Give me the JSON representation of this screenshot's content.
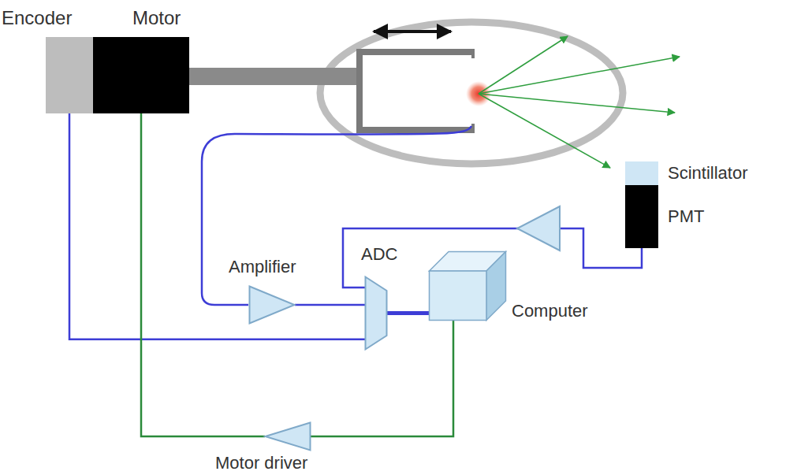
{
  "diagram": {
    "nodes": [
      {
        "text": [
          "Encoder"
        ]
      },
      {
        "text": [
          "Motor"
        ]
      },
      {
        "text": [
          "Scintillator"
        ]
      },
      {
        "text": [
          "PMT"
        ]
      },
      {
        "text": [
          "Amplifier"
        ]
      },
      {
        "text": [
          "ADC"
        ]
      },
      {
        "text": [
          "Computer"
        ]
      },
      {
        "text": [
          "Motor driver"
        ]
      }
    ],
    "edges": [
      {
        "from": 0,
        "to": 5,
        "arrow": "none"
      },
      {
        "from": 7,
        "to": 1,
        "arrow": "none"
      },
      {
        "from": 6,
        "to": 7,
        "arrow": "none"
      },
      {
        "from": 4,
        "to": 5,
        "arrow": "none"
      },
      {
        "from": 5,
        "to": 6,
        "arrow": "none"
      },
      {
        "from": 3,
        "to": 5,
        "arrow": "none"
      }
    ]
  }
}
